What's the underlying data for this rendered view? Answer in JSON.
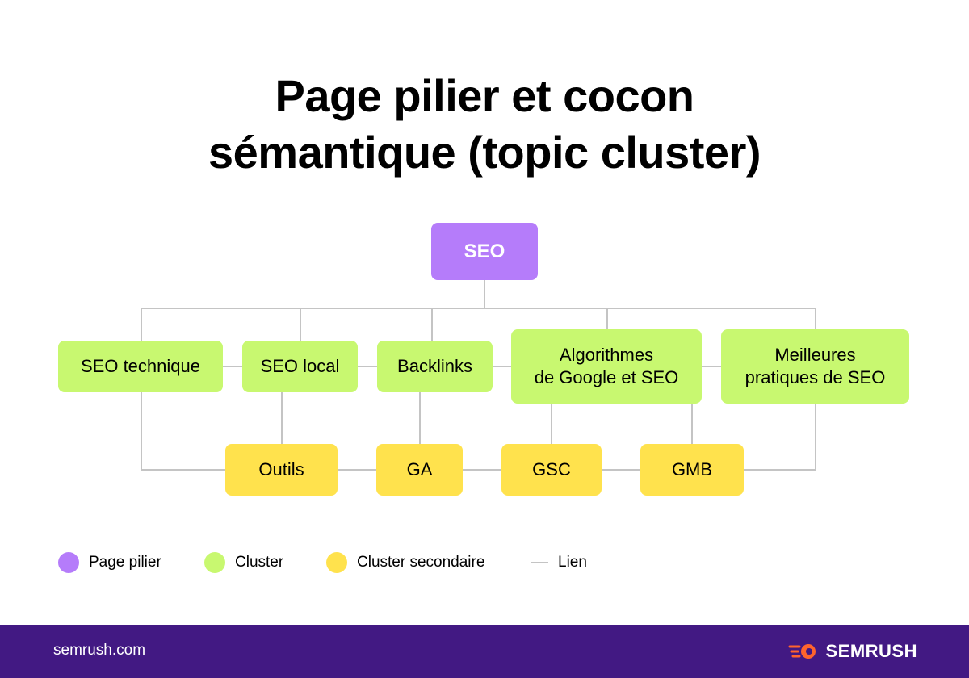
{
  "title": {
    "line1": "Page pilier et cocon",
    "line2": "sémantique (topic cluster)"
  },
  "nodes": {
    "seo": "SEO",
    "seo_technique": "SEO technique",
    "seo_local": "SEO local",
    "backlinks": "Backlinks",
    "algorithmes_line1": "Algorithmes",
    "algorithmes_line2": "de Google et SEO",
    "meilleures_line1": "Meilleures",
    "meilleures_line2": "pratiques de SEO",
    "outils": "Outils",
    "ga": "GA",
    "gsc": "GSC",
    "gmb": "GMB"
  },
  "legend": {
    "page_pilier": "Page pilier",
    "cluster": "Cluster",
    "cluster_secondaire": "Cluster secondaire",
    "lien": "Lien"
  },
  "footer": {
    "url": "semrush.com",
    "brand": "SEMRUSH"
  },
  "colors": {
    "pillar": "#b57cfa",
    "cluster": "#c8f870",
    "secondary": "#ffe24d",
    "link": "#c4c4c4",
    "footer_bg": "#421983",
    "brand_accent": "#ff642d"
  },
  "icons": {
    "brand_logo": "semrush-fire-icon"
  }
}
